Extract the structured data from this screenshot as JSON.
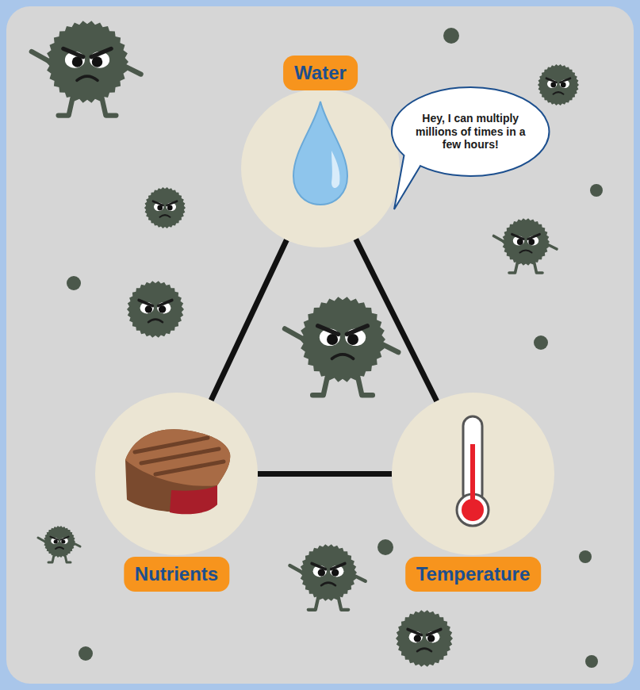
{
  "diagram": {
    "nodes": [
      {
        "text": [
          "Water"
        ]
      },
      {
        "text": [
          "Nutrients"
        ]
      },
      {
        "text": [
          "Temperature"
        ]
      },
      {
        "text": [
          "Hey, I can multiply millions of times in a few hours!"
        ]
      }
    ],
    "edges": [
      {
        "from": 0,
        "to": 1,
        "arrow": "none"
      },
      {
        "from": 0,
        "to": 2,
        "arrow": "none"
      },
      {
        "from": 1,
        "to": 2,
        "arrow": "none"
      }
    ]
  }
}
